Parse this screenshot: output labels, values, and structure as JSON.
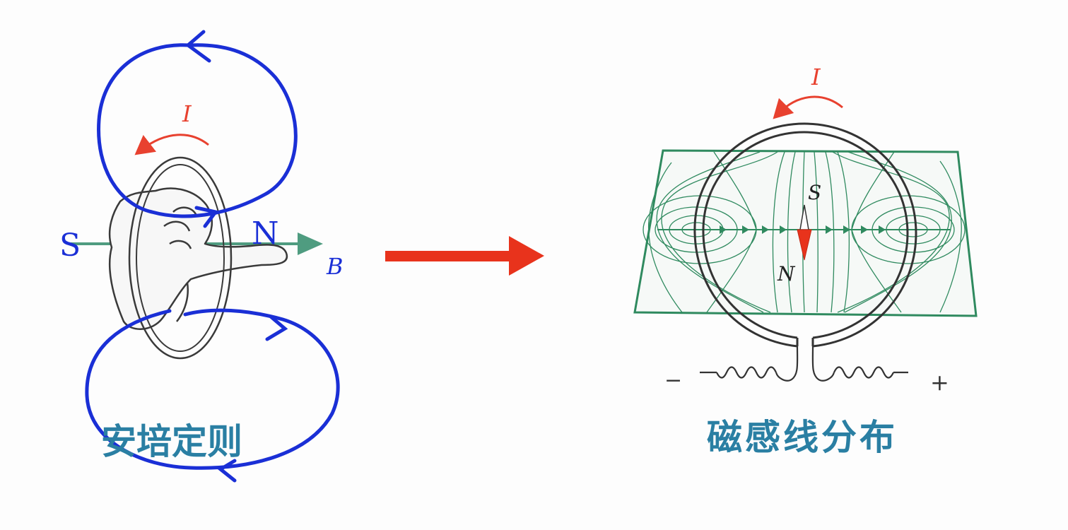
{
  "left_diagram": {
    "caption": "安培定则",
    "current_label": "I",
    "field_label": "B",
    "pole_south": "S",
    "pole_north": "N"
  },
  "right_diagram": {
    "caption": "磁感线分布",
    "current_label": "I",
    "needle_south": "S",
    "needle_north": "N",
    "terminal_negative": "−",
    "terminal_positive": "+"
  },
  "colors": {
    "ink_blue": "#1a2fd6",
    "current_red": "#e8412f",
    "field_green": "#2f8a5f",
    "caption_blue": "#2a7fa3",
    "arrow_red": "#e8331c",
    "wire_gray": "#333333"
  }
}
